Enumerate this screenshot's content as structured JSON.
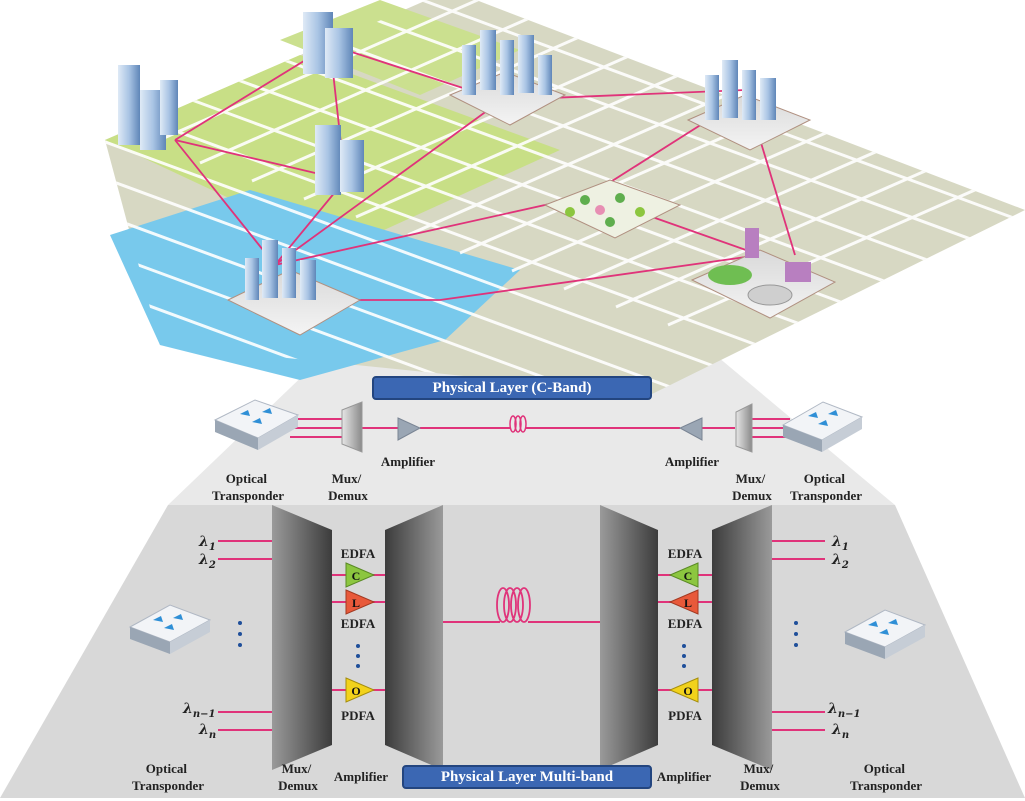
{
  "banners": {
    "c_band": "Physical Layer (C-Band)",
    "multi_band": "Physical Layer Multi-band"
  },
  "c_band": {
    "left_transponder": [
      "Optical",
      "Transponder"
    ],
    "left_mux": [
      "Mux/",
      "Demux"
    ],
    "left_amplifier": "Amplifier",
    "right_amplifier": "Amplifier",
    "right_mux": [
      "Mux/",
      "Demux"
    ],
    "right_transponder": [
      "Optical",
      "Transponder"
    ]
  },
  "multi_band": {
    "lambda_1": "λ",
    "lambda_1_sub": "1",
    "lambda_2": "λ",
    "lambda_2_sub": "2",
    "lambda_n1": "λ",
    "lambda_n1_sub": "n−1",
    "lambda_n": "λ",
    "lambda_n_sub": "n",
    "edfa_top": "EDFA",
    "edfa_mid": "EDFA",
    "pdfa": "PDFA",
    "band_c": "C",
    "band_l": "L",
    "band_o": "O",
    "bottom_left_transponder": [
      "Optical",
      "Transponder"
    ],
    "bottom_left_mux": [
      "Mux/",
      "Demux"
    ],
    "bottom_left_amp": "Amplifier",
    "bottom_right_amp": "Amplifier",
    "bottom_right_mux": [
      "Mux/",
      "Demux"
    ],
    "bottom_right_transponder": [
      "Optical",
      "Transponder"
    ]
  },
  "colors": {
    "fiber": "#e0337a",
    "band_c": "#8cc63f",
    "band_l": "#e8593a",
    "band_o": "#f2d21b",
    "banner": "#3b67b3",
    "grass": "#cfe39a",
    "tile": "#e2e5cf",
    "water": "#6ec6ea"
  }
}
